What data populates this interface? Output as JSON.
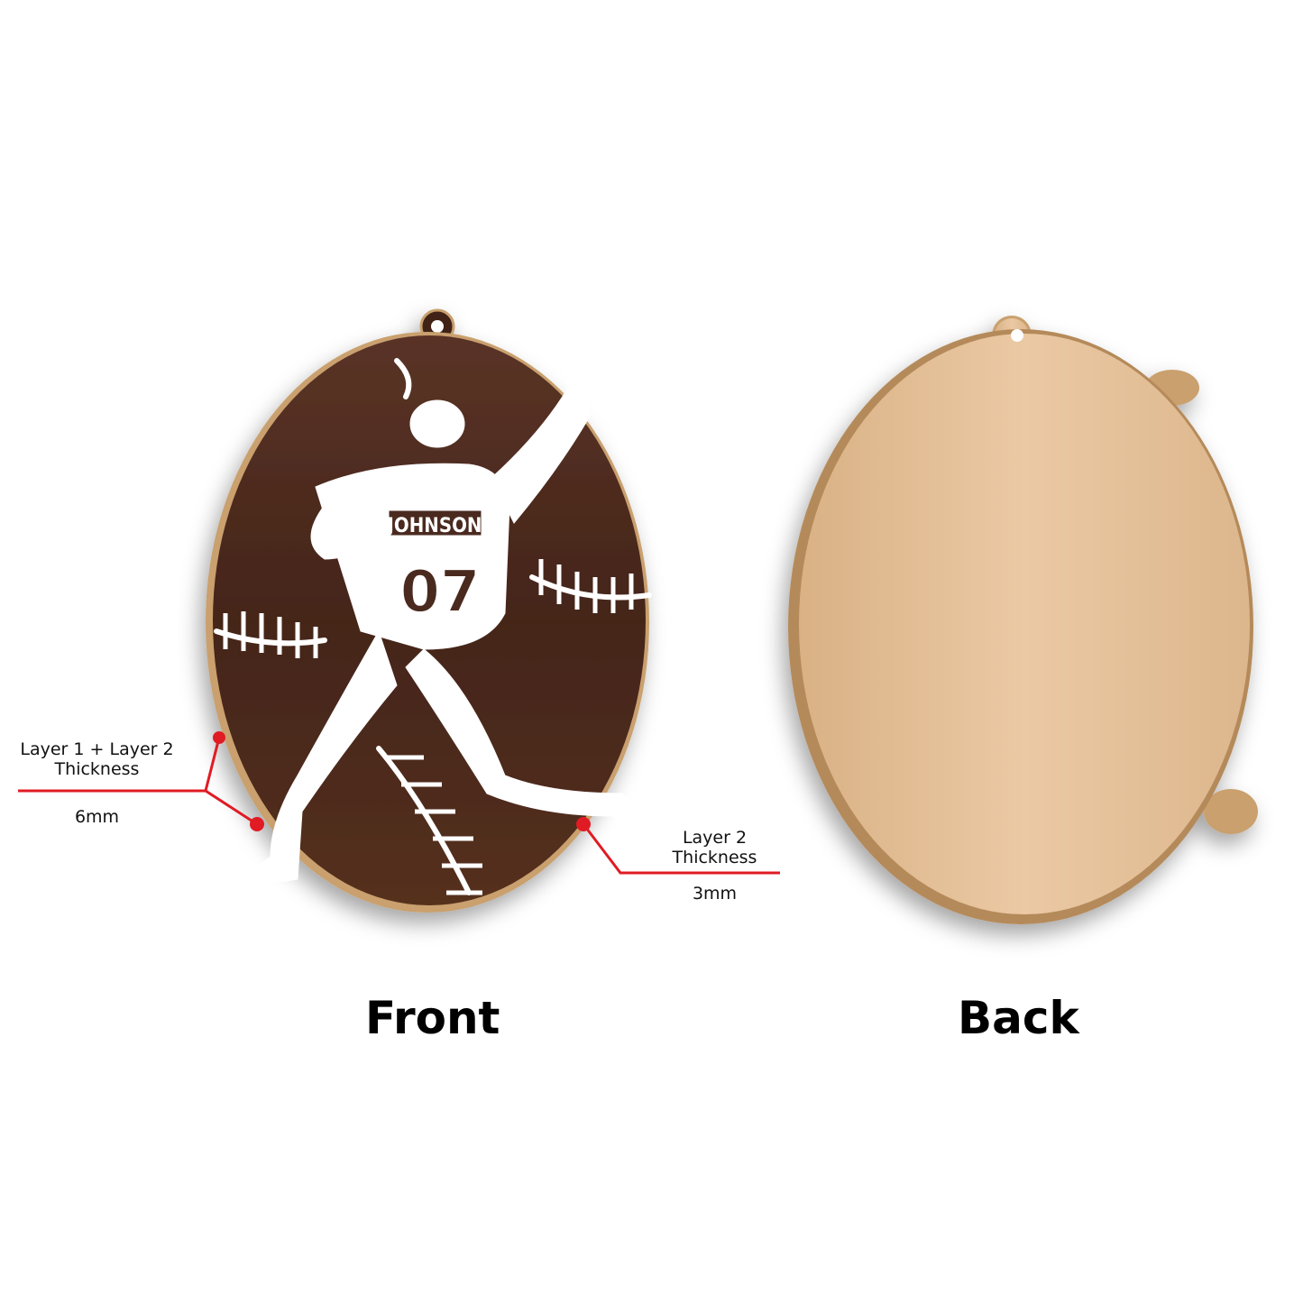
{
  "front": {
    "caption": "Front",
    "name_text": "JOHNSON",
    "number_text": "07",
    "annotations": [
      {
        "title": "Layer 1 + Layer 2 Thickness",
        "value": "6mm"
      },
      {
        "title": "Layer 2 Thickness",
        "value": "3mm"
      }
    ]
  },
  "back": {
    "caption": "Back"
  },
  "colors": {
    "front_wood": "#4a2a1f",
    "back_wood": "#e3bf98",
    "edge": "#c9a06e",
    "annotation": "#e01b24",
    "print": "#ffffff"
  }
}
